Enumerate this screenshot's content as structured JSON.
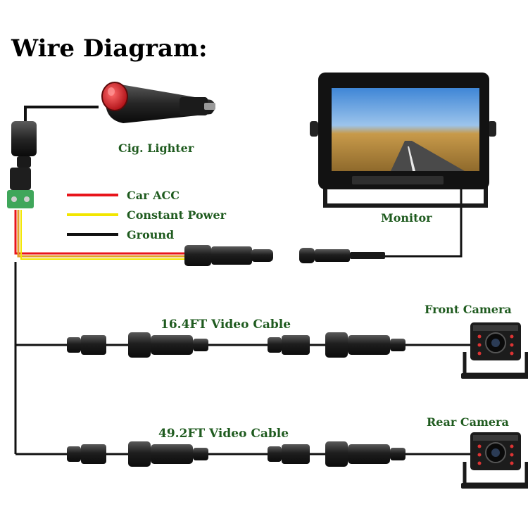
{
  "title": "Wire Diagram:",
  "labels": {
    "cig_lighter": "Cig. Lighter",
    "monitor": "Monitor",
    "front_camera": "Front Camera",
    "rear_camera": "Rear Camera",
    "front_cable": "16.4FT Video Cable",
    "rear_cable": "49.2FT Video Cable"
  },
  "legend": [
    {
      "label": "Car ACC",
      "color": "#e8141b"
    },
    {
      "label": "Constant Power",
      "color": "#f2e600"
    },
    {
      "label": "Ground",
      "color": "#111111"
    }
  ],
  "colors": {
    "label_green": "#1f5b1f",
    "wire_black": "#111111",
    "wire_red": "#e8141b",
    "wire_yellow": "#f2e600",
    "wire_orange": "#e3a02a",
    "connector_body": "#2a2a2a",
    "switch_red": "#d8242b",
    "terminal_green": "#3fa65a"
  },
  "icons": {
    "cig_lighter": "cigarette-lighter-plug-icon",
    "dc_jack": "dc-power-jack-icon",
    "terminal": "screw-terminal-adapter-icon",
    "monitor": "car-monitor-icon",
    "camera": "backup-camera-icon",
    "connector": "aviation-connector-icon"
  }
}
